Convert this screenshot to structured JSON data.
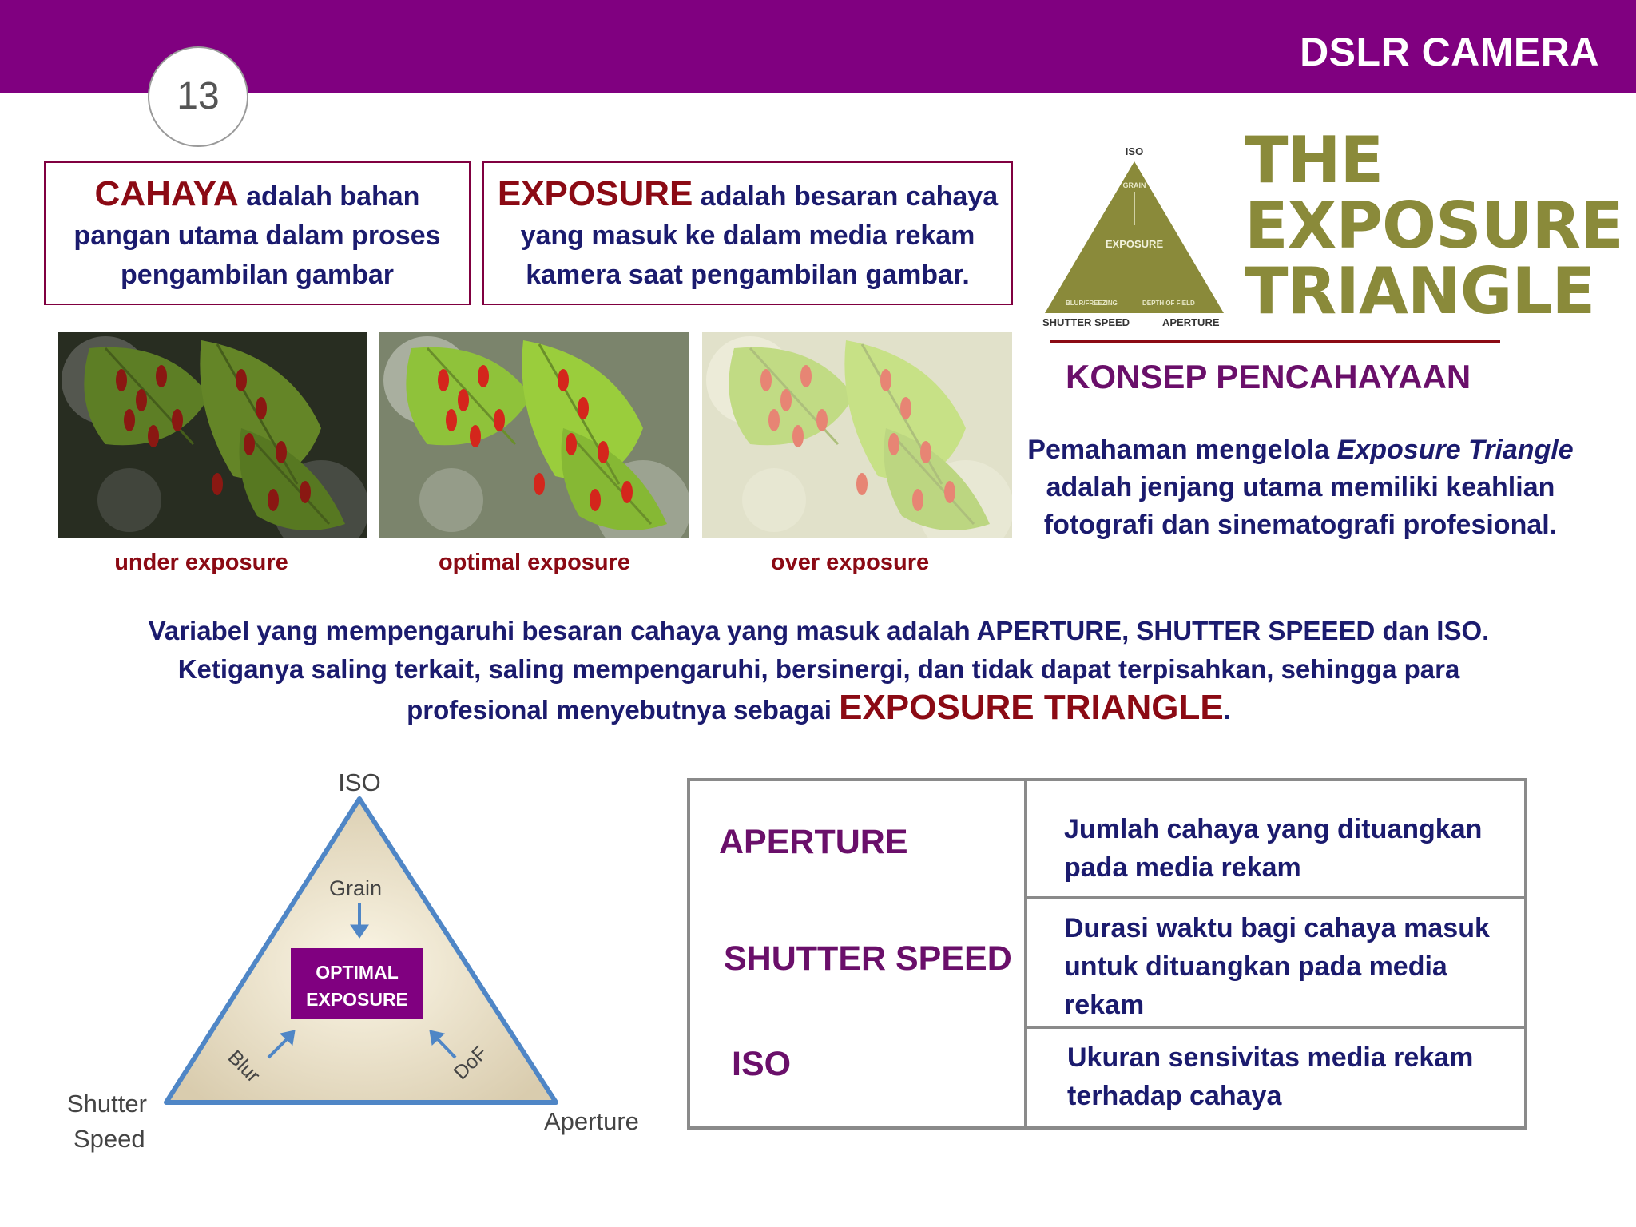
{
  "header": {
    "title": "DSLR CAMERA",
    "page_number": "13"
  },
  "definitions": {
    "cahaya": {
      "keyword": "CAHAYA",
      "line1_rest": " adalah bahan",
      "line2": "pangan utama dalam proses",
      "line3": "pengambilan gambar"
    },
    "exposure": {
      "keyword": "EXPOSURE",
      "line1_rest": " adalah besaran cahaya",
      "line2": "yang masuk ke dalam media rekam",
      "line3": "kamera saat pengambilan gambar."
    }
  },
  "photos": [
    {
      "caption": "under exposure"
    },
    {
      "caption": "optimal exposure"
    },
    {
      "caption": "over exposure"
    }
  ],
  "small_triangle": {
    "top": "ISO",
    "grain": "GRAIN",
    "center": "EXPOSURE",
    "blur": "BLUR/FREEZING",
    "dof": "DEPTH OF FIELD",
    "left": "SHUTTER SPEED",
    "right": "APERTURE",
    "color": "#8a8a3a"
  },
  "title_graphic": {
    "line1": "THE",
    "line2": "EXPOSURE",
    "line3": "TRIANGLE"
  },
  "konsep": {
    "heading": "KONSEP PENCAHAYAAN",
    "p_line1_pre": "Pemahaman mengelola ",
    "p_line1_italic": "Exposure Triangle",
    "p_line2": "adalah jenjang utama memiliki keahlian",
    "p_line3": "fotografi dan sinematografi profesional."
  },
  "variabel": {
    "line1": "Variabel yang mempengaruhi besaran cahaya yang masuk adalah APERTURE, SHUTTER SPEEED dan ISO.",
    "line2": "Ketiganya saling terkait, saling mempengaruhi, bersinergi, dan tidak dapat terpisahkan, sehingga para",
    "line3_pre": "profesional menyebutnya sebagai  ",
    "line3_emph": "EXPOSURE TRIANGLE",
    "line3_post": "."
  },
  "big_triangle": {
    "top": "ISO",
    "grain": "Grain",
    "box_line1": "OPTIMAL",
    "box_line2": "EXPOSURE",
    "blur": "Blur",
    "dof": "DoF",
    "left_line1": "Shutter",
    "left_line2": "Speed",
    "right": "Aperture",
    "accent": "#800080"
  },
  "table": {
    "rows": [
      {
        "term": "APERTURE",
        "desc1": "Jumlah cahaya yang dituangkan",
        "desc2": "pada media rekam",
        "desc3": ""
      },
      {
        "term": "SHUTTER SPEED",
        "desc1": "Durasi waktu bagi cahaya masuk",
        "desc2": "untuk  dituangkan  pada  media",
        "desc3": "rekam"
      },
      {
        "term": "ISO",
        "desc1": "Ukuran sensivitas media rekam",
        "desc2": "terhadap cahaya",
        "desc3": ""
      }
    ]
  }
}
